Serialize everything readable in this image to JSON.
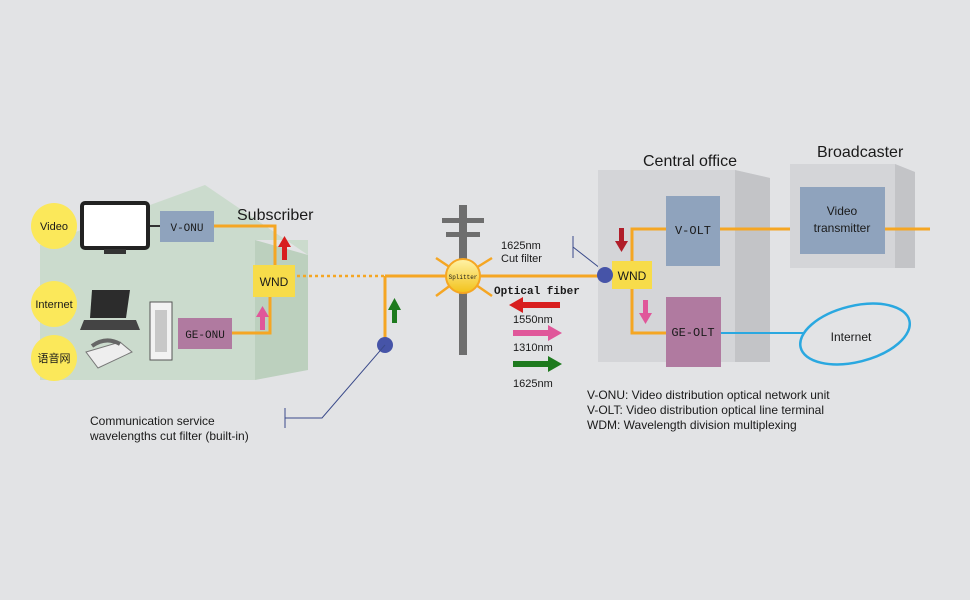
{
  "subscriber": {
    "title": "Subscriber",
    "services": [
      "Video",
      "Internet",
      "语音网"
    ],
    "vonu_label": "V-ONU",
    "geonu_label": "GE-ONU",
    "wnd_label": "WND"
  },
  "pole": {
    "splitter_label": "Splitter"
  },
  "fiber": {
    "cut_filter_label_line1": "1625nm",
    "cut_filter_label_line2": "Cut filter",
    "optical_fiber_label": "Optical fiber"
  },
  "wavelengths": [
    {
      "label": "1550nm",
      "color": "#d81e1e",
      "direction": "left"
    },
    {
      "label": "1310nm",
      "color": "#e0579a",
      "direction": "right"
    },
    {
      "label": "1625nm",
      "color": "#1e7a1e",
      "direction": "right"
    }
  ],
  "central_office": {
    "title": "Central office",
    "wnd_label": "WND",
    "volt_label": "V-OLT",
    "geolt_label": "GE-OLT"
  },
  "broadcaster": {
    "title": "Broadcaster",
    "transmitter_line1": "Video",
    "transmitter_line2": "transmitter"
  },
  "internet_cloud_label": "Internet",
  "callout": {
    "line1": "Communication service",
    "line2": "wavelengths cut filter (built-in)"
  },
  "legend": [
    "V-ONU: Video distribution optical network unit",
    "V-OLT: Video distribution optical line terminal",
    "WDM: Wavelength division multiplexing"
  ],
  "colors": {
    "fiber": "#f5a623",
    "vonu": "#8fa3bd",
    "geonu": "#b07aa0",
    "wnd": "#f7dc4a",
    "service_circle": "#fbe85a",
    "internet_ellipse": "#2aa8e0",
    "junction": "#4654a8"
  }
}
